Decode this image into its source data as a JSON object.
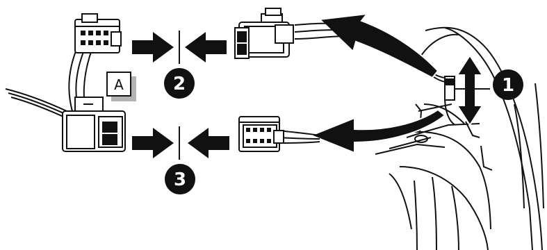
{
  "diagram": {
    "label_box": "A",
    "steps": [
      "1",
      "2",
      "3"
    ],
    "colors": {
      "ink": "#111111",
      "shadow": "#b3b3b3",
      "paper": "#ffffff"
    },
    "icons": [
      "connector-pair",
      "push-arrow",
      "curved-arrow",
      "double-headed-arrow",
      "car-pillar-trim"
    ]
  }
}
